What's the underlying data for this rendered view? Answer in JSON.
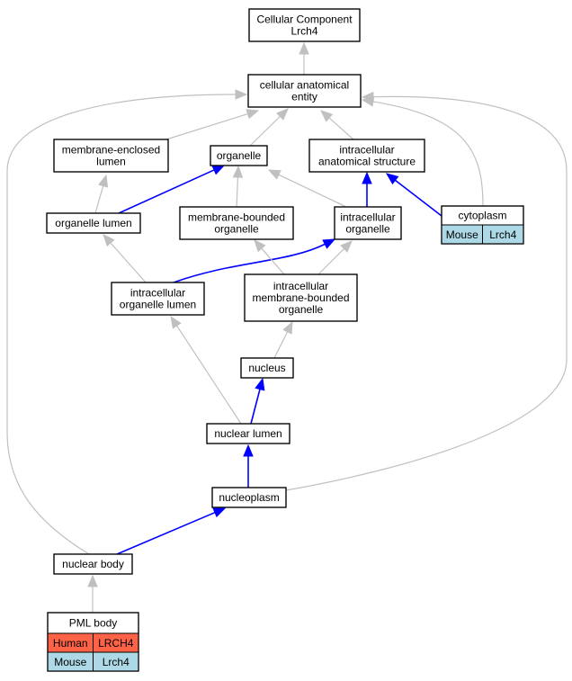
{
  "colors": {
    "gray_edge": "#c0c0c0",
    "blue_edge": "#0000ff",
    "human": "#ff6347",
    "mouse": "#add8e6"
  },
  "nodes": {
    "root": {
      "lines": [
        "Cellular Component",
        "Lrch4"
      ]
    },
    "cae": {
      "lines": [
        "cellular anatomical",
        "entity"
      ]
    },
    "mel": {
      "lines": [
        "membrane-enclosed",
        "lumen"
      ]
    },
    "org": {
      "lines": [
        "organelle"
      ]
    },
    "ias": {
      "lines": [
        "intracellular",
        "anatomical structure"
      ]
    },
    "orglum": {
      "lines": [
        "organelle lumen"
      ]
    },
    "mbo": {
      "lines": [
        "membrane-bounded",
        "organelle"
      ]
    },
    "io": {
      "lines": [
        "intracellular",
        "organelle"
      ]
    },
    "cyto": {
      "lines": [
        "cytoplasm"
      ],
      "species": [
        {
          "name": "Mouse",
          "gene": "Lrch4",
          "color_key": "mouse"
        }
      ]
    },
    "iol": {
      "lines": [
        "intracellular",
        "organelle lumen"
      ]
    },
    "imbo": {
      "lines": [
        "intracellular",
        "membrane-bounded",
        "organelle"
      ]
    },
    "nuc": {
      "lines": [
        "nucleus"
      ]
    },
    "nuclum": {
      "lines": [
        "nuclear lumen"
      ]
    },
    "nucpl": {
      "lines": [
        "nucleoplasm"
      ]
    },
    "nucbody": {
      "lines": [
        "nuclear body"
      ]
    },
    "pml": {
      "lines": [
        "PML body"
      ],
      "species": [
        {
          "name": "Human",
          "gene": "LRCH4",
          "color_key": "human"
        },
        {
          "name": "Mouse",
          "gene": "Lrch4",
          "color_key": "mouse"
        }
      ]
    }
  },
  "edges": [
    {
      "from": "cae",
      "to": "root",
      "kind": "gray"
    },
    {
      "from": "mel",
      "to": "cae",
      "kind": "gray"
    },
    {
      "from": "org",
      "to": "cae",
      "kind": "gray"
    },
    {
      "from": "ias",
      "to": "cae",
      "kind": "gray"
    },
    {
      "from": "cyto",
      "to": "cae",
      "kind": "gray"
    },
    {
      "from": "nucpl",
      "to": "cae",
      "kind": "gray"
    },
    {
      "from": "nucbody",
      "to": "cae",
      "kind": "gray"
    },
    {
      "from": "orglum",
      "to": "mel",
      "kind": "gray"
    },
    {
      "from": "orglum",
      "to": "org",
      "kind": "blue"
    },
    {
      "from": "mbo",
      "to": "org",
      "kind": "gray"
    },
    {
      "from": "io",
      "to": "org",
      "kind": "gray"
    },
    {
      "from": "io",
      "to": "ias",
      "kind": "blue"
    },
    {
      "from": "cyto",
      "to": "ias",
      "kind": "blue"
    },
    {
      "from": "iol",
      "to": "orglum",
      "kind": "gray"
    },
    {
      "from": "iol",
      "to": "io",
      "kind": "blue"
    },
    {
      "from": "imbo",
      "to": "mbo",
      "kind": "gray"
    },
    {
      "from": "imbo",
      "to": "io",
      "kind": "gray"
    },
    {
      "from": "nuc",
      "to": "imbo",
      "kind": "gray"
    },
    {
      "from": "nuclum",
      "to": "iol",
      "kind": "gray"
    },
    {
      "from": "nuclum",
      "to": "nuc",
      "kind": "blue"
    },
    {
      "from": "nucpl",
      "to": "nuclum",
      "kind": "blue"
    },
    {
      "from": "nucbody",
      "to": "nucpl",
      "kind": "blue"
    },
    {
      "from": "pml",
      "to": "nucbody",
      "kind": "gray"
    }
  ]
}
